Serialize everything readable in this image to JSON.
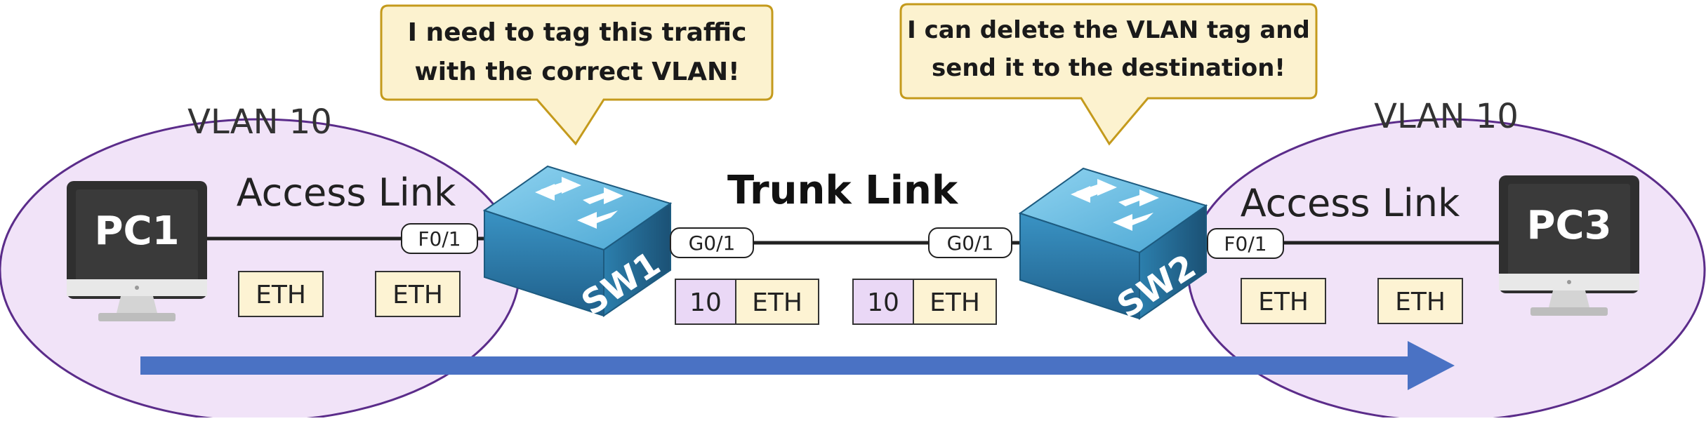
{
  "callouts": {
    "left": {
      "line1": "I need to tag this traffic",
      "line2": "with the correct VLAN!"
    },
    "right": {
      "line1": "I can delete the VLAN tag and",
      "line2": "send it to the destination!"
    }
  },
  "vlans": {
    "left": "VLAN 10",
    "right": "VLAN 10"
  },
  "links": {
    "access_left": "Access Link",
    "access_right": "Access Link",
    "trunk": "Trunk Link"
  },
  "devices": {
    "pc_left": "PC1",
    "pc_right": "PC3",
    "switch_left": "SW1",
    "switch_right": "SW2"
  },
  "ports": {
    "sw1_f0": "F0/1",
    "sw1_g0": "G0/1",
    "sw2_g0": "G0/1",
    "sw2_f0": "F0/1"
  },
  "frames": {
    "eth": "ETH",
    "vlan_tag": "10"
  },
  "colors": {
    "vlan_zone_fill": "#f1e3f8",
    "vlan_zone_stroke": "#5b2c8a",
    "callout_fill": "#fcf2cf",
    "callout_stroke": "#c49a1c",
    "frame_eth_fill": "#fdf3d3",
    "frame_tag_fill": "#ead8f6",
    "switch_top": "#5bb4dc",
    "switch_side": "#2b7aa8",
    "pc_screen": "#333333",
    "arrow": "#4a72c4"
  },
  "icons": [
    "computer-icon",
    "switch-icon",
    "arrow-right-icon"
  ]
}
